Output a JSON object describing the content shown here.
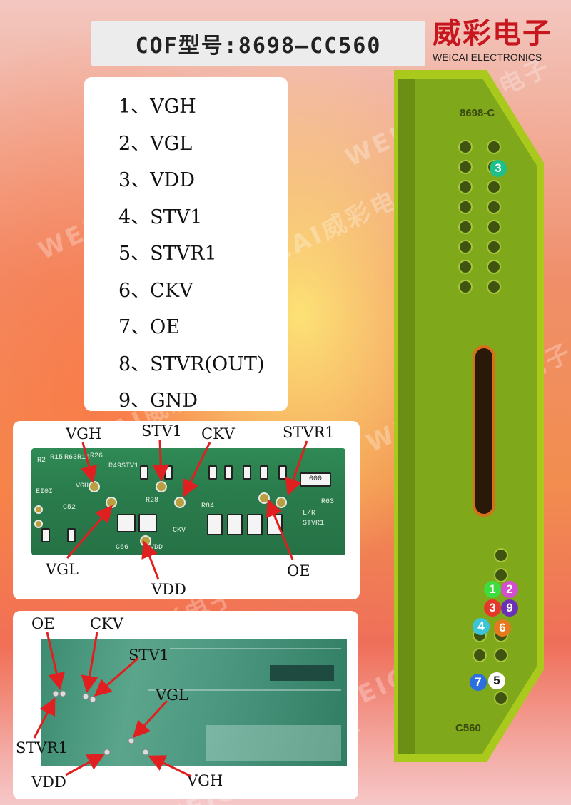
{
  "title": "COF型号:8698—CC560",
  "logo": {
    "chinese": "威彩电子",
    "english": "WEICAI ELECTRONICS"
  },
  "pin_list": [
    "1、VGH",
    "2、VGL",
    "3、VDD",
    "4、STV1",
    "5、STVR1",
    "6、CKV",
    "7、OE",
    "8、STVR(OUT)",
    "9、GND"
  ],
  "photo1_labels": {
    "vgh": "VGH",
    "stv1": "STV1",
    "ckv": "CKV",
    "stvr1": "STVR1",
    "vgl": "VGL",
    "vdd": "VDD",
    "oe": "OE"
  },
  "photo2_labels": {
    "oe": "OE",
    "ckv": "CKV",
    "stv1": "STV1",
    "vgl": "VGL",
    "stvr1": "STVR1",
    "vdd": "VDD",
    "vgh": "VGH"
  },
  "cof_markings": {
    "top": "8698-C",
    "bottom": "C560"
  },
  "pin_dots": [
    {
      "n": "3",
      "color": "#1fbf8a"
    },
    {
      "n": "1",
      "color": "#3fdc3f"
    },
    {
      "n": "2",
      "color": "#d24fd2"
    },
    {
      "n": "3",
      "color": "#e5382a"
    },
    {
      "n": "9",
      "color": "#6b2fb8"
    },
    {
      "n": "4",
      "color": "#3cc4d8"
    },
    {
      "n": "6",
      "color": "#e4791e"
    },
    {
      "n": "7",
      "color": "#2b6fe0"
    },
    {
      "n": "5",
      "color": "#ffffff"
    }
  ],
  "pcb_silk": [
    "R2",
    "R15",
    "R63",
    "R16",
    "R26",
    "R49",
    "STV1",
    "VGH",
    "CKV",
    "R28",
    "C52",
    "C66",
    "VDD",
    "R84",
    "L/R",
    "STVR1",
    "R63",
    "EI0I",
    "000"
  ],
  "watermark": "WEICAI威彩电子",
  "colors": {
    "accent_red": "#c8161e",
    "arrow_red": "#e02020",
    "cof_green": "#8fb81e"
  }
}
